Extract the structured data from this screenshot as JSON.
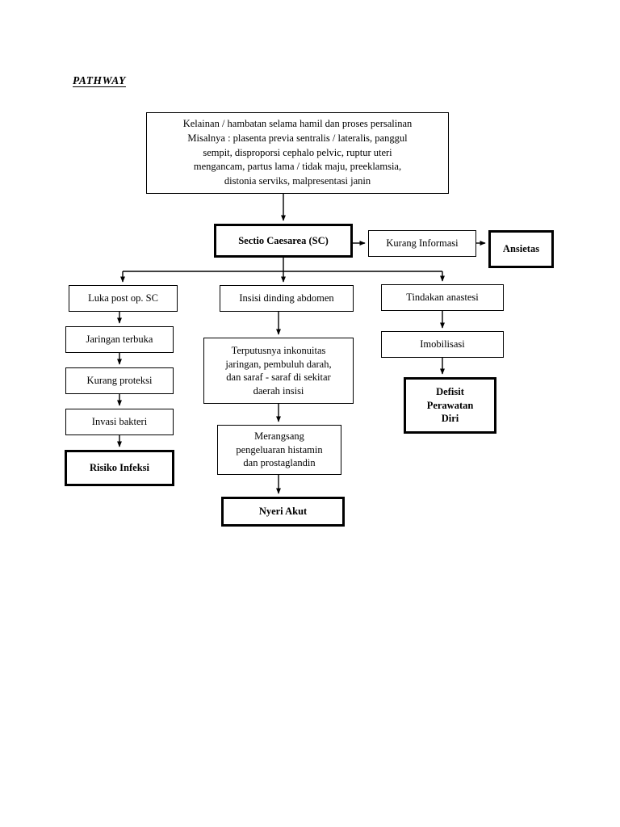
{
  "document": {
    "title": "PATHWAY",
    "page_background": "#ffffff",
    "ink_color": "#000000"
  },
  "diagram": {
    "type": "flowchart",
    "orientation": "top-down",
    "nodes": {
      "kelainan": {
        "label": "Kelainan / hambatan selama hamil dan proses persalinan\nMisalnya : plasenta previa sentralis / lateralis, panggul\nsempit, disproporsi cephalo pelvic, ruptur uteri\nmengancam, partus lama / tidak maju, preeklamsia,\ndistonia serviks, malpresentasi janin",
        "emphasis": "normal",
        "border": "thin"
      },
      "sectio_caesarea": {
        "label": "Sectio Caesarea (SC)",
        "emphasis": "bold",
        "border": "thick"
      },
      "kurang_informasi": {
        "label": "Kurang Informasi",
        "emphasis": "normal",
        "border": "thin"
      },
      "ansietas": {
        "label": "Ansietas",
        "emphasis": "bold",
        "border": "thick"
      },
      "luka_post_op": {
        "label": "Luka post op. SC",
        "emphasis": "normal",
        "border": "thin"
      },
      "jaringan_terbuka": {
        "label": "Jaringan terbuka",
        "emphasis": "normal",
        "border": "thin"
      },
      "kurang_proteksi": {
        "label": "Kurang proteksi",
        "emphasis": "normal",
        "border": "thin"
      },
      "invasi_bakteri": {
        "label": "Invasi bakteri",
        "emphasis": "normal",
        "border": "thin"
      },
      "risiko_infeksi": {
        "label": "Risiko Infeksi",
        "emphasis": "bold",
        "border": "thick"
      },
      "insisi_dinding": {
        "label": "Insisi dinding abdomen",
        "emphasis": "normal",
        "border": "thin"
      },
      "terputusnya": {
        "label": "Terputusnya inkonuitas\njaringan, pembuluh darah,\ndan saraf - saraf di sekitar\ndaerah insisi",
        "emphasis": "normal",
        "border": "thin"
      },
      "merangsang": {
        "label": "Merangsang\npengeluaran histamin\ndan prostaglandin",
        "emphasis": "normal",
        "border": "thin"
      },
      "nyeri_akut": {
        "label": "Nyeri Akut",
        "emphasis": "bold",
        "border": "thick"
      },
      "tindakan_anastesi": {
        "label": "Tindakan anastesi",
        "emphasis": "normal",
        "border": "thin"
      },
      "imobilisasi": {
        "label": "Imobilisasi",
        "emphasis": "normal",
        "border": "thin"
      },
      "defisit_perawatan": {
        "label": "Defisit\nPerawatan\nDiri",
        "emphasis": "bold",
        "border": "thick"
      }
    },
    "edges": [
      {
        "from": "kelainan",
        "to": "sectio_caesarea",
        "style": "arrow"
      },
      {
        "from": "sectio_caesarea",
        "to": "kurang_informasi",
        "style": "arrow"
      },
      {
        "from": "kurang_informasi",
        "to": "ansietas",
        "style": "arrow"
      },
      {
        "from": "sectio_caesarea",
        "to": "luka_post_op",
        "style": "arrow-branch"
      },
      {
        "from": "sectio_caesarea",
        "to": "insisi_dinding",
        "style": "arrow-branch"
      },
      {
        "from": "sectio_caesarea",
        "to": "tindakan_anastesi",
        "style": "arrow-branch"
      },
      {
        "from": "luka_post_op",
        "to": "jaringan_terbuka",
        "style": "arrow"
      },
      {
        "from": "jaringan_terbuka",
        "to": "kurang_proteksi",
        "style": "arrow"
      },
      {
        "from": "kurang_proteksi",
        "to": "invasi_bakteri",
        "style": "arrow"
      },
      {
        "from": "invasi_bakteri",
        "to": "risiko_infeksi",
        "style": "arrow"
      },
      {
        "from": "insisi_dinding",
        "to": "terputusnya",
        "style": "arrow"
      },
      {
        "from": "terputusnya",
        "to": "merangsang",
        "style": "arrow"
      },
      {
        "from": "merangsang",
        "to": "nyeri_akut",
        "style": "arrow"
      },
      {
        "from": "tindakan_anastesi",
        "to": "imobilisasi",
        "style": "arrow"
      },
      {
        "from": "imobilisasi",
        "to": "defisit_perawatan",
        "style": "arrow"
      }
    ]
  }
}
